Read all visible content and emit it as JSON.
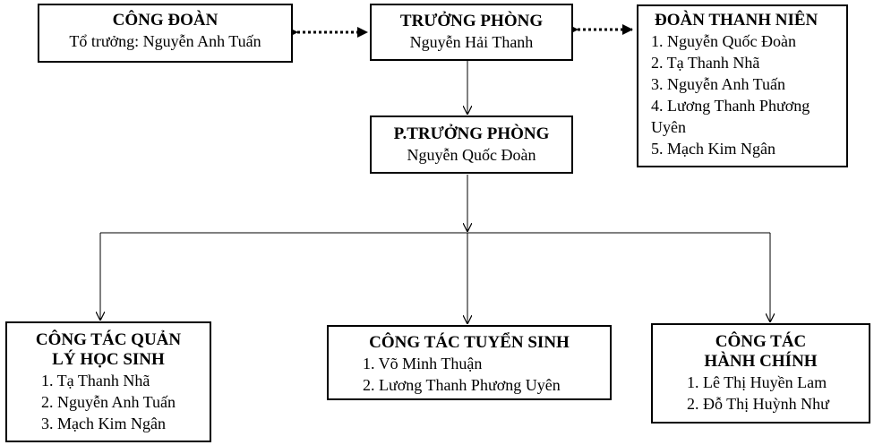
{
  "union": {
    "title": "CÔNG ĐOÀN",
    "leader": "Tổ trưởng: Nguyễn Anh Tuấn"
  },
  "head": {
    "title": "TRƯỞNG PHÒNG",
    "name": "Nguyễn Hải Thanh"
  },
  "youth_union": {
    "title": "ĐOÀN THANH NIÊN",
    "members": [
      "1. Nguyễn Quốc Đoàn",
      "2. Tạ Thanh Nhã",
      "3. Nguyễn Anh Tuấn",
      "4. Lương Thanh Phương",
      "Uyên",
      "5. Mạch Kim Ngân"
    ]
  },
  "deputy": {
    "title": "P.TRƯỞNG PHÒNG",
    "name": "Nguyễn Quốc Đoàn"
  },
  "student_mgmt": {
    "title_line1": "CÔNG TÁC QUẢN",
    "title_line2": "LÝ HỌC SINH",
    "members": [
      "1. Tạ Thanh Nhã",
      "2. Nguyễn Anh Tuấn",
      "3. Mạch Kim Ngân"
    ]
  },
  "enrollment": {
    "title": "CÔNG TÁC TUYỂN SINH",
    "members": [
      "1. Võ Minh Thuận",
      "2. Lương Thanh Phương Uyên"
    ]
  },
  "admin": {
    "title_line1": "CÔNG TÁC",
    "title_line2": "HÀNH CHÍNH",
    "members": [
      "1. Lê Thị Huyền Lam",
      "2. Đỗ Thị Huỳnh Như"
    ]
  }
}
